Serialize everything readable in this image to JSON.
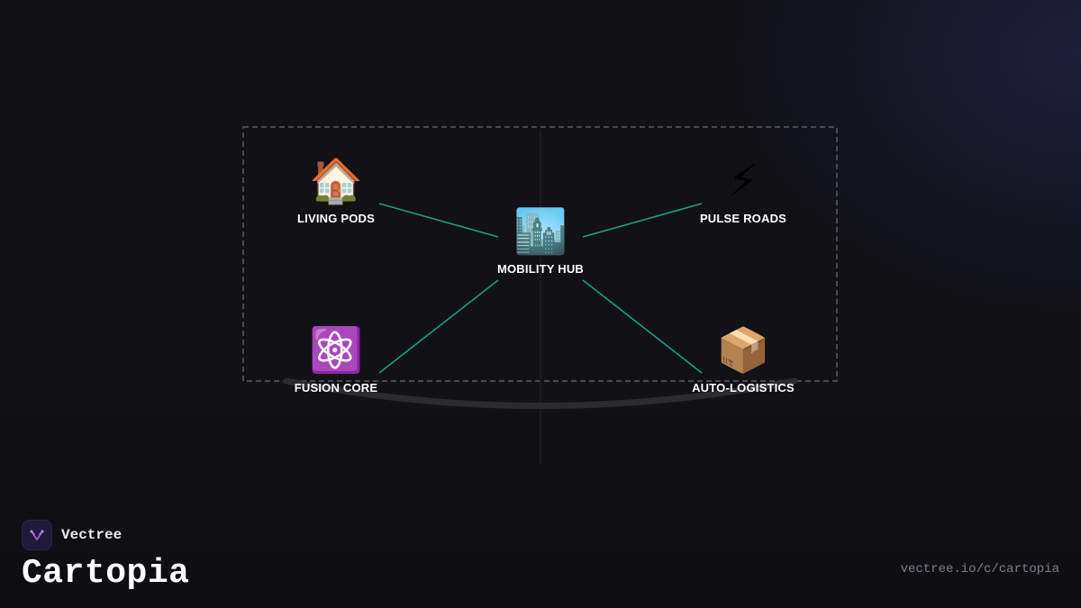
{
  "diagram": {
    "nodes": [
      {
        "id": "living-pods",
        "icon": "house-icon",
        "glyph": "🏠",
        "label": "LIVING PODS"
      },
      {
        "id": "pulse-roads",
        "icon": "lightning-icon",
        "glyph": "⚡",
        "label": "PULSE ROADS"
      },
      {
        "id": "mobility-hub",
        "icon": "cityscape-icon",
        "glyph": "🏙️",
        "label": "MOBILITY HUB"
      },
      {
        "id": "fusion-core",
        "icon": "atom-icon",
        "glyph": "⚛️",
        "label": "FUSION CORE"
      },
      {
        "id": "auto-logistics",
        "icon": "package-icon",
        "glyph": "📦",
        "label": "AUTO-LOGISTICS"
      }
    ],
    "edges": [
      {
        "from": "living-pods",
        "to": "mobility-hub"
      },
      {
        "from": "pulse-roads",
        "to": "mobility-hub"
      },
      {
        "from": "fusion-core",
        "to": "mobility-hub"
      },
      {
        "from": "auto-logistics",
        "to": "mobility-hub"
      }
    ],
    "edge_color": "#16a085"
  },
  "brand": {
    "logo_icon": "vectree-logo-icon",
    "name": "Vectree",
    "product": "Cartopia",
    "url": "vectree.io/c/cartopia"
  }
}
